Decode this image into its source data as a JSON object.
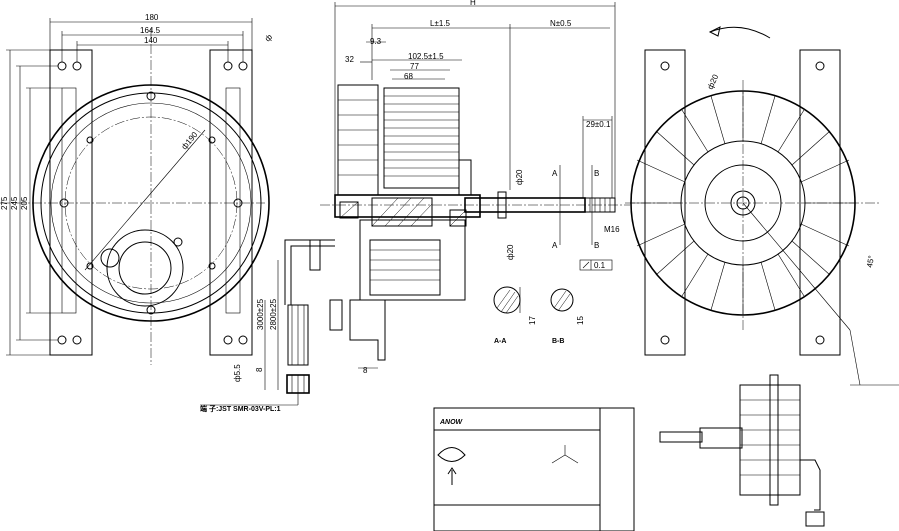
{
  "front_view": {
    "dims": {
      "w180": "180",
      "w164_5": "164.5",
      "w140": "140",
      "d275": "275",
      "d245": "245",
      "d205": "205",
      "dia190": "ф190",
      "hole": "ф5.5",
      "corner": "8",
      "phi": "ф"
    }
  },
  "side_view": {
    "dims": {
      "H": "H",
      "L": "L±1.5",
      "N": "N±0.5",
      "d32": "32",
      "d9_3": "9.3",
      "d102_5": "102.5±1.5",
      "d77": "77",
      "d68": "68",
      "d29": "29±0.1",
      "shaft_top": "ф20",
      "shaft_bottom": "ф20",
      "thread": "M16",
      "flat": "0.1",
      "d8": "8",
      "cable1": "2800±25",
      "cable2": "3000±25",
      "sec_a": "A",
      "sec_b": "B"
    },
    "connector_label": "端 子:JST SMR-03V-PL:1"
  },
  "sections": {
    "a_dim": "17",
    "b_dim": "15",
    "a_label": "A-A",
    "b_label": "B-B"
  },
  "rear_view": {
    "angle_label": "45°",
    "top_label": "ф20"
  },
  "title_block": {
    "logo": "ANOW"
  }
}
